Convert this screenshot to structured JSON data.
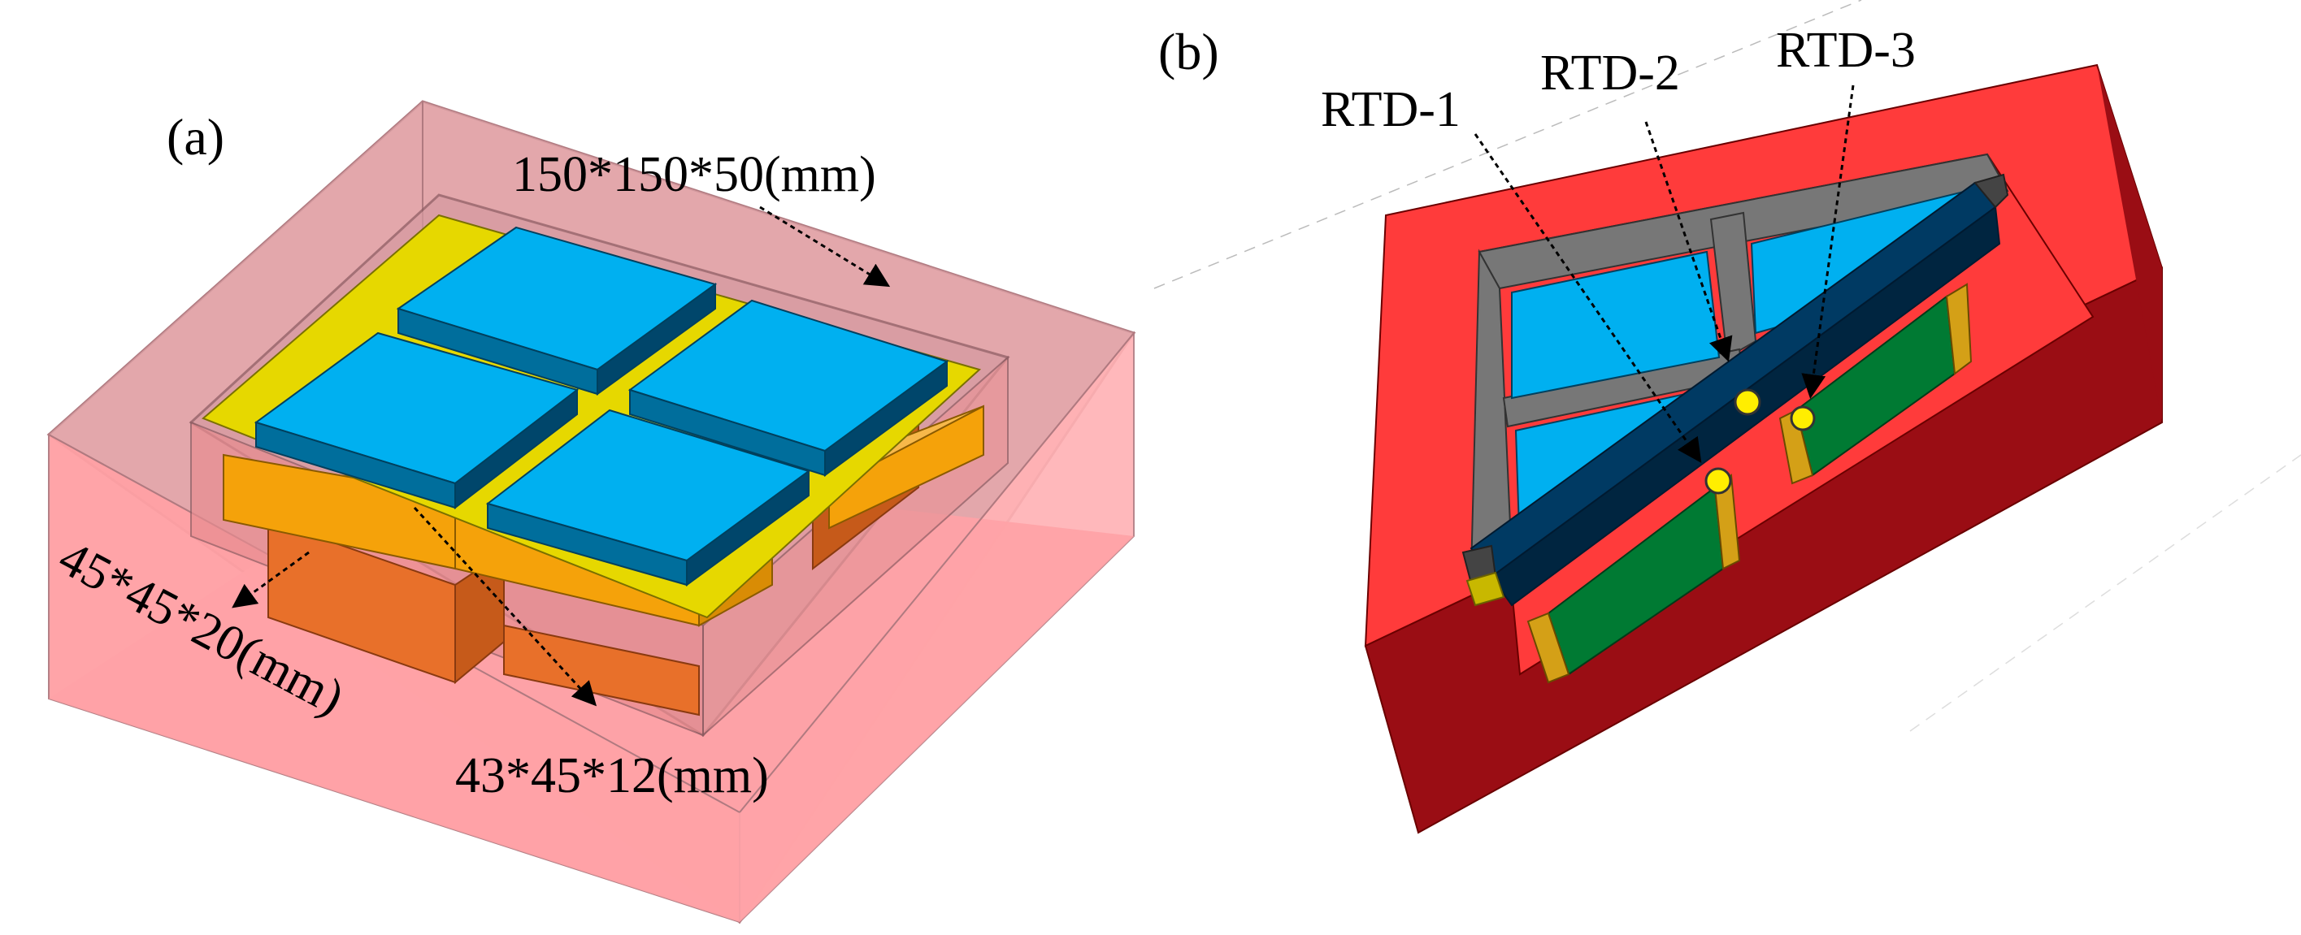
{
  "panel_a": {
    "label": "(a)",
    "enclosure_dimension": "150*150*50(mm)",
    "block_dimension": "45*45*20(mm)",
    "plate_dimension": "43*45*12(mm)"
  },
  "panel_b": {
    "label": "(b)",
    "sensors": [
      "RTD-1",
      "RTD-2",
      "RTD-3"
    ]
  },
  "colors": {
    "enclosure_fill": "#f2a4a6",
    "enclosure_floor": "#ff8a8e",
    "top_plate": "#00b0f0",
    "top_plate_side": "#00628f",
    "yellow_layer": "#e6d800",
    "orange_block": "#f5a20a",
    "orange_base": "#e8702a",
    "red_housing": "#ff3b3b",
    "red_housing_dark": "#9a0d14",
    "frame_grey": "#777777",
    "dark_blue_bar": "#003a63",
    "green_block": "#007a33",
    "sensor_dot": "#ffee00"
  }
}
